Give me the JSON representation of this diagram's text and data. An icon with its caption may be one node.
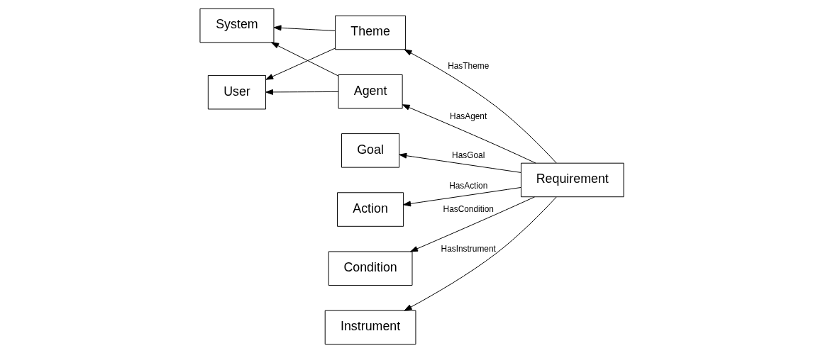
{
  "diagram": {
    "nodes": [
      {
        "text": [
          "System"
        ]
      },
      {
        "text": [
          "Theme"
        ]
      },
      {
        "text": [
          "User"
        ]
      },
      {
        "text": [
          "Agent"
        ]
      },
      {
        "text": [
          "Requirement"
        ]
      },
      {
        "text": [
          "Goal"
        ]
      },
      {
        "text": [
          "Action"
        ]
      },
      {
        "text": [
          "Condition"
        ]
      },
      {
        "text": [
          "Instrument"
        ]
      }
    ],
    "edges": [
      {
        "from": 1,
        "to": 0,
        "arrow": "to"
      },
      {
        "from": 1,
        "to": 2,
        "arrow": "to"
      },
      {
        "from": 3,
        "to": 2,
        "arrow": "to"
      },
      {
        "from": 3,
        "to": 0,
        "arrow": "to"
      },
      {
        "from": 4,
        "to": 1,
        "arrow": "to",
        "label": "HasTheme"
      },
      {
        "from": 4,
        "to": 5,
        "arrow": "to",
        "label": "HasGoal"
      },
      {
        "from": 4,
        "to": 6,
        "arrow": "to",
        "label": "HasAction"
      },
      {
        "from": 4,
        "to": 3,
        "arrow": "to",
        "label": "HasAgent"
      },
      {
        "from": 4,
        "to": 7,
        "arrow": "to",
        "label": "HasCondition"
      },
      {
        "from": 4,
        "to": 8,
        "arrow": "to",
        "label": "HasInstrument"
      }
    ]
  }
}
